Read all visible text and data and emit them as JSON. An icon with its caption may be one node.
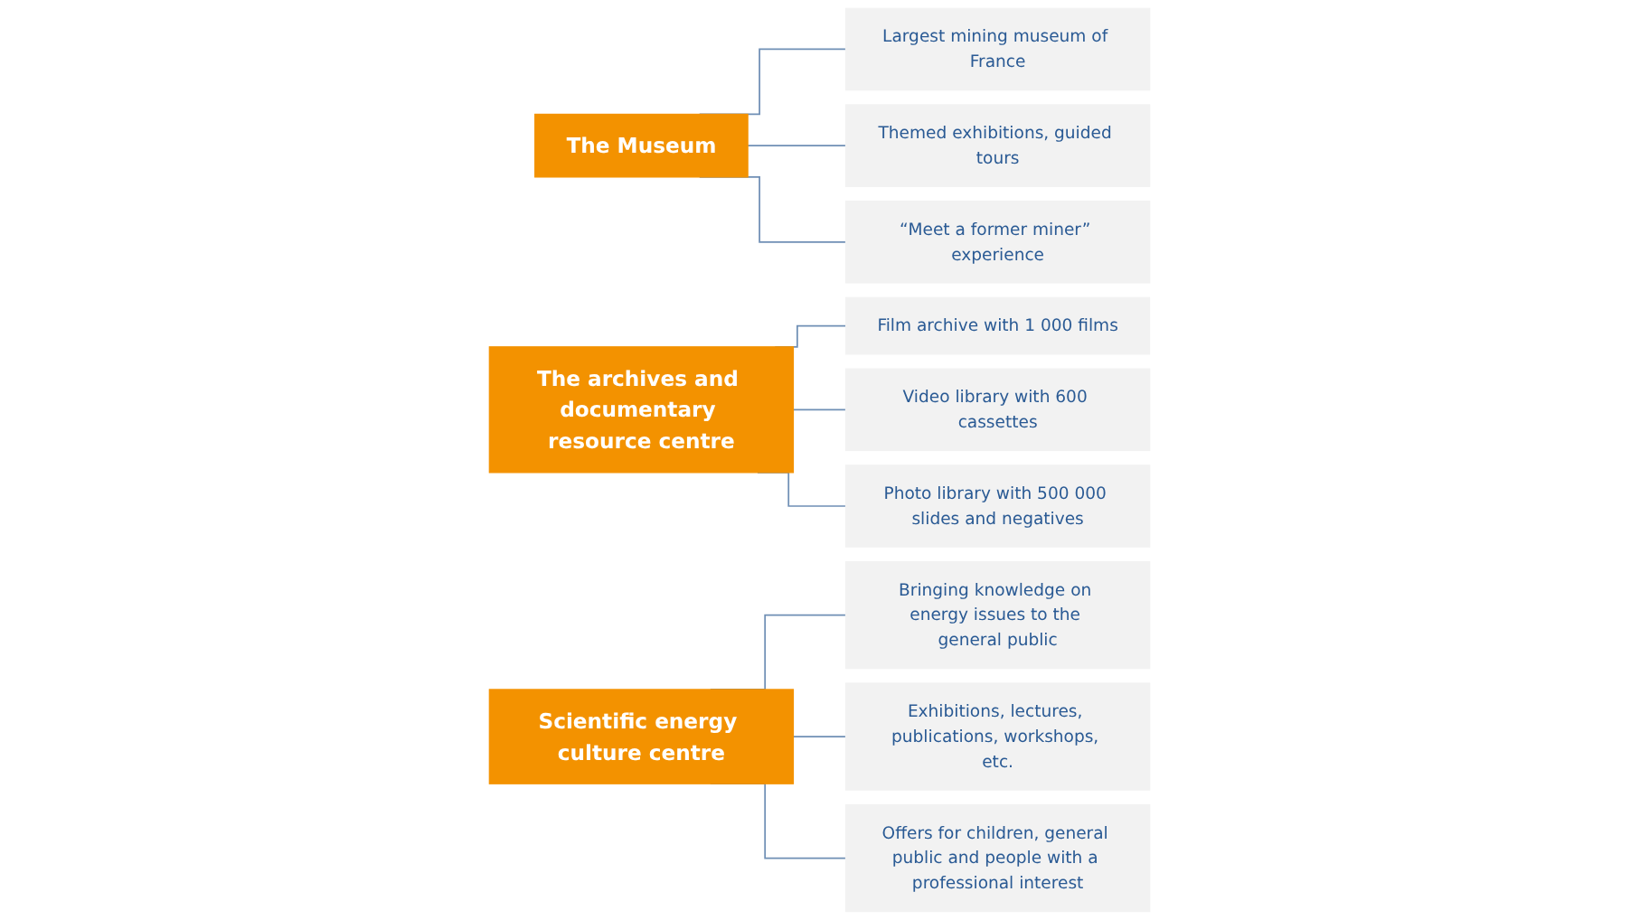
{
  "diagram": {
    "nodes": [
      {
        "text": [
          "The Museum"
        ]
      },
      {
        "text": [
          "Largest mining museum of France"
        ]
      },
      {
        "text": [
          "Themed exhibitions, guided tours"
        ]
      },
      {
        "text": [
          "“Meet a former miner” experience"
        ]
      },
      {
        "text": [
          "The archives and documentary resource centre"
        ]
      },
      {
        "text": [
          "Film archive with 1 000 films"
        ]
      },
      {
        "text": [
          "Video library with 600 cassettes"
        ]
      },
      {
        "text": [
          "Photo library with 500 000 slides and negatives"
        ]
      },
      {
        "text": [
          "Scientific energy culture centre"
        ]
      },
      {
        "text": [
          "Bringing knowledge on energy issues to the general public"
        ]
      },
      {
        "text": [
          "Exhibitions, lectures, publications, workshops, etc."
        ]
      },
      {
        "text": [
          "Offers for children, general public and people with a professional interest"
        ]
      }
    ],
    "edges": [
      {
        "from": 0,
        "to": 1,
        "arrow": "none"
      },
      {
        "from": 0,
        "to": 2,
        "arrow": "none"
      },
      {
        "from": 0,
        "to": 3,
        "arrow": "none"
      },
      {
        "from": 4,
        "to": 5,
        "arrow": "none"
      },
      {
        "from": 4,
        "to": 6,
        "arrow": "none"
      },
      {
        "from": 4,
        "to": 7,
        "arrow": "none"
      },
      {
        "from": 8,
        "to": 9,
        "arrow": "none"
      },
      {
        "from": 8,
        "to": 10,
        "arrow": "none"
      },
      {
        "from": 8,
        "to": 11,
        "arrow": "none"
      }
    ]
  }
}
